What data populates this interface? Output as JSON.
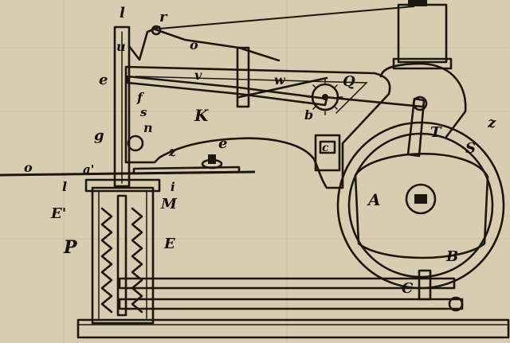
{
  "figure": {
    "background": "#d8cdb0",
    "ink": "#1c160f",
    "labels": {
      "l_top": "l",
      "r_top": "r",
      "u": "u",
      "o_top": "o",
      "e_left": "e",
      "f": "f",
      "s_small": "s",
      "n": "n",
      "g": "g",
      "a_prime": "a'",
      "z_mid": "z",
      "o_left": "o",
      "l_left": "l",
      "i_small": "i",
      "E_prime": "E'",
      "M": "M",
      "P": "P",
      "E": "E",
      "K": "K",
      "e_mid": "e",
      "v": "v",
      "w": "w",
      "Q": "Q",
      "b": "b",
      "T": "T",
      "S": "S",
      "z_right": "z",
      "A": "A",
      "B": "B",
      "C": "C",
      "c_box": "c"
    }
  }
}
